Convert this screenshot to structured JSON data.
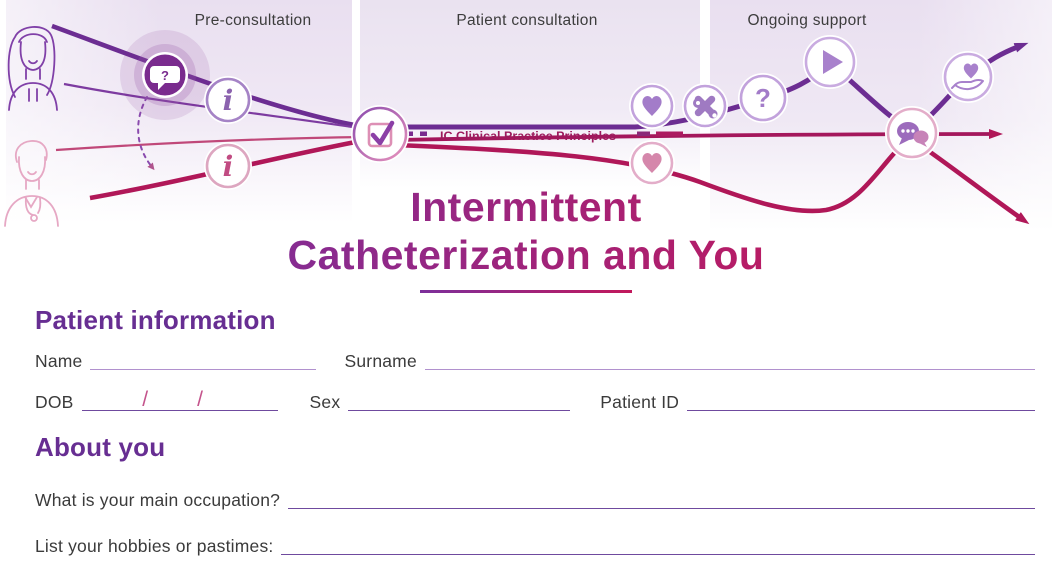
{
  "banner": {
    "stages": [
      "Pre-consultation",
      "Patient consultation",
      "Ongoing support"
    ],
    "journey_line_label": "IC Clinical Practice Principles",
    "glyphs": {
      "question_mark": "?",
      "info": "i"
    },
    "icon_names": [
      "woman-patient-illustration",
      "clinician-illustration",
      "question-bubble-icon",
      "info-icon-patient",
      "info-icon-clinician",
      "checklist-icon",
      "heart-icon-patient",
      "no-tools-icon",
      "question-icon",
      "play-icon",
      "chat-icon",
      "heart-in-hand-icon",
      "heart-icon-clinician"
    ],
    "colors": {
      "purple_line": "#6c2d92",
      "crimson_line": "#b01758",
      "icon_purple": "#a37cc9",
      "icon_pink": "#d587ab",
      "ic_label_color": "#9c1b5d",
      "stage_label_color": "#3c3c3c"
    }
  },
  "title": {
    "line1": "Intermittent",
    "line2": "Catheterization and You",
    "gradient_from": "#7c2f9b",
    "gradient_to": "#c2185b"
  },
  "patient_information": {
    "heading": "Patient information",
    "name_label": "Name",
    "name_value": "",
    "surname_label": "Surname",
    "surname_value": "",
    "dob_label": "DOB",
    "dob_separator": "/",
    "dob_value": "",
    "sex_label": "Sex",
    "sex_value": "",
    "patient_id_label": "Patient ID",
    "patient_id_value": ""
  },
  "about_you": {
    "heading": "About you",
    "occupation_question": "What is your main occupation?",
    "occupation_value": "",
    "hobbies_question": "List your hobbies or pastimes:",
    "hobbies_value": ""
  },
  "heading_color": "#672e92"
}
